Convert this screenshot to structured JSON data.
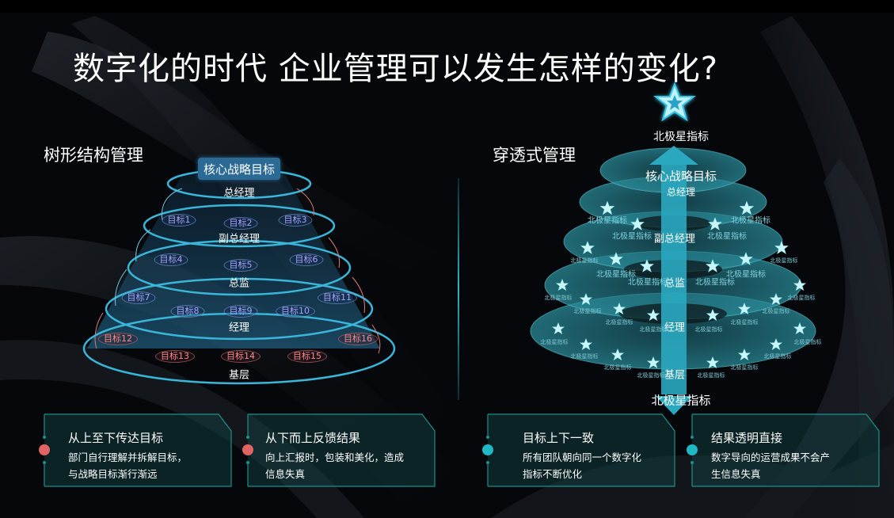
{
  "title": "数字化的时代 企业管理可以发生怎样的变化?",
  "colors": {
    "background": "#05070a",
    "teal_accent": "#2bb8c7",
    "ring_blue": "#3ab6d8",
    "goal_blue_text": "#a9a4ff",
    "goal_red_text": "#ff8a8a",
    "dot_red": "#e06464",
    "dot_teal": "#1fb8c4",
    "core_box": "#2c6a96"
  },
  "left": {
    "section_title": "树形结构管理",
    "core_label": "核心战略目标",
    "levels": [
      {
        "label": "总经理"
      },
      {
        "label": "副总经理"
      },
      {
        "label": "总监"
      },
      {
        "label": "经理"
      },
      {
        "label": "基层"
      }
    ],
    "goals": [
      {
        "label": "目标1",
        "tone": "blue"
      },
      {
        "label": "目标2",
        "tone": "blue"
      },
      {
        "label": "目标3",
        "tone": "blue"
      },
      {
        "label": "目标4",
        "tone": "blue"
      },
      {
        "label": "目标5",
        "tone": "blue"
      },
      {
        "label": "目标6",
        "tone": "blue"
      },
      {
        "label": "目标7",
        "tone": "blue"
      },
      {
        "label": "目标8",
        "tone": "blue"
      },
      {
        "label": "目标9",
        "tone": "blue"
      },
      {
        "label": "目标10",
        "tone": "blue"
      },
      {
        "label": "目标11",
        "tone": "blue"
      },
      {
        "label": "目标12",
        "tone": "red"
      },
      {
        "label": "目标13",
        "tone": "red"
      },
      {
        "label": "目标14",
        "tone": "red"
      },
      {
        "label": "目标15",
        "tone": "red"
      },
      {
        "label": "目标16",
        "tone": "red"
      }
    ],
    "cards": [
      {
        "title": "从上至下传达目标",
        "desc": "部门自行理解并拆解目标，与战略目标渐行渐远",
        "dot": "red"
      },
      {
        "title": "从下而上反馈结果",
        "desc": "向上汇报时，包装和美化，造成信息失真",
        "dot": "red"
      }
    ]
  },
  "right": {
    "section_title": "穿透式管理",
    "top_label": "北极星指标",
    "bottom_label": "北极星指标",
    "core_label": "核心战略目标",
    "levels": [
      {
        "label": "总经理"
      },
      {
        "label": "副总经理"
      },
      {
        "label": "总监"
      },
      {
        "label": "经理"
      },
      {
        "label": "基层"
      }
    ],
    "metric_label": "北极星指标",
    "cards": [
      {
        "title": "目标上下一致",
        "desc": "所有团队朝向同一个数字化指标不断优化",
        "dot": "teal"
      },
      {
        "title": "结果透明直接",
        "desc": "数字导向的运营成果不会产生信息失真",
        "dot": "teal"
      }
    ]
  }
}
